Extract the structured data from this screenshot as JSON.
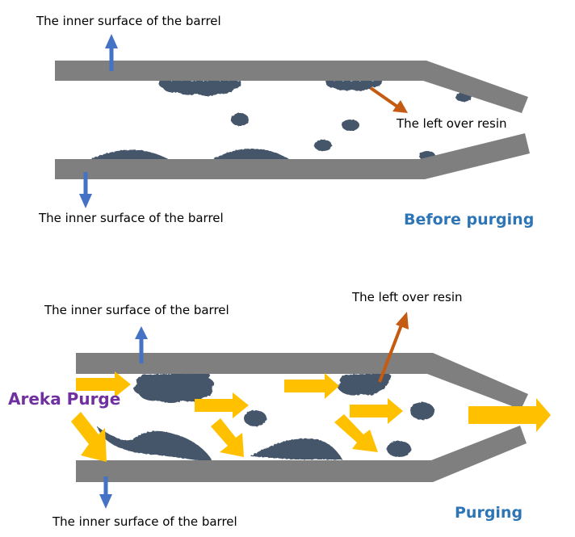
{
  "colors": {
    "barrel": "#7f7f7f",
    "resin": "#44546a",
    "surface_arrow": "#4472c4",
    "resin_arrow": "#c55a11",
    "purge_arrow": "#ffc000",
    "title_blue": "#2e75b6",
    "title_purple": "#7030a0"
  },
  "before": {
    "title": "Before purging",
    "top_surface_label": "The inner surface of the barrel",
    "bottom_surface_label": "The inner surface of the barrel",
    "resin_label": "The left over resin"
  },
  "purging": {
    "title": "Purging",
    "purge_label": "Areka Purge",
    "top_surface_label": "The inner surface of the barrel",
    "bottom_surface_label": "The inner surface of the barrel",
    "resin_label": "The left over resin"
  }
}
